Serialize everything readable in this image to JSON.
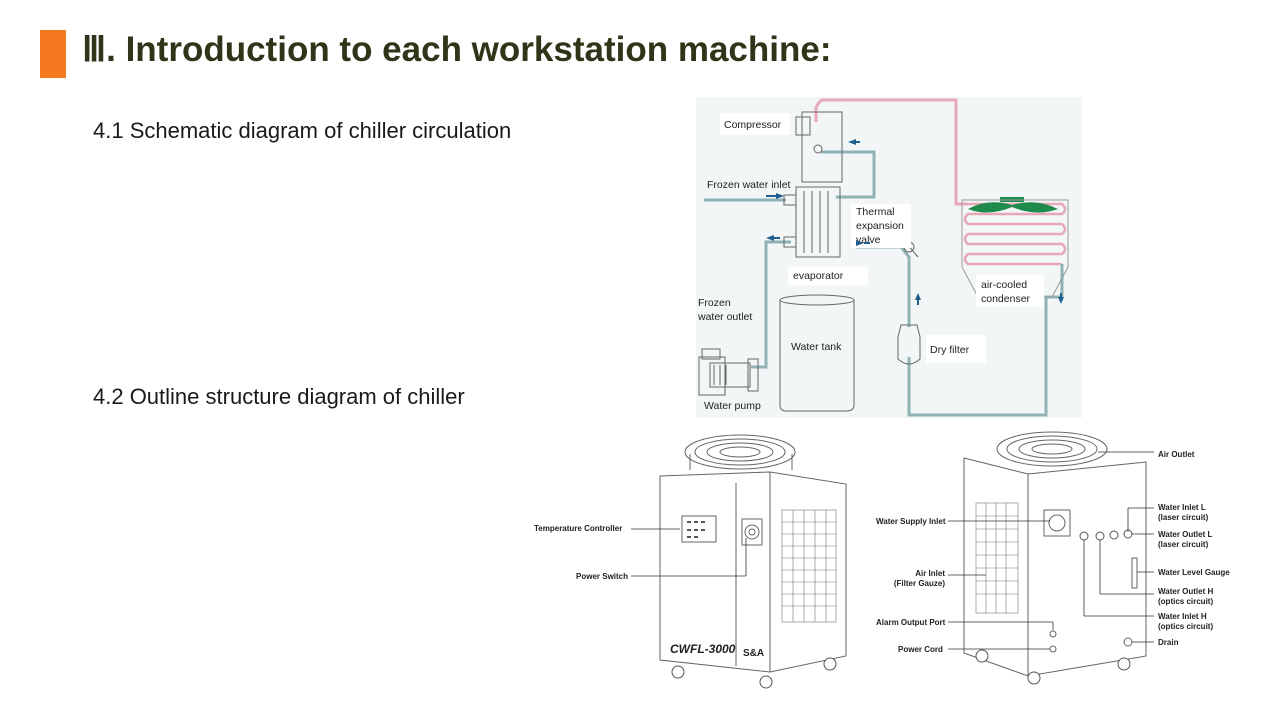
{
  "header": {
    "title": "Ⅲ. Introduction to each workstation machine:",
    "accent_color": "#F47920",
    "title_color": "#2E3518"
  },
  "sections": [
    {
      "label": "4.1 Schematic diagram of chiller circulation"
    },
    {
      "label": "4.2 Outline structure diagram of chiller"
    }
  ],
  "schematic": {
    "labels": {
      "compressor": "Compressor",
      "frozen_inlet": "Frozen water inlet",
      "tev_1": "Thermal",
      "tev_2": "expansion",
      "tev_3": "valve",
      "evaporator": "evaporator",
      "frozen_outlet_1": "Frozen",
      "frozen_outlet_2": "water outlet",
      "water_tank": "Water tank",
      "water_pump": "Water pump",
      "condenser_1": "air-cooled",
      "condenser_2": "condenser",
      "dry_filter": "Dry filter"
    },
    "colors": {
      "refrigerant_pipe": "#E6A8B8",
      "water_pipe": "#8FB3B5",
      "fan_blade": "#1E8A4C",
      "arrow": "#1F5F8F"
    }
  },
  "front_view": {
    "model_label": "CWFL-3000",
    "brand_label": "S&A",
    "callouts": {
      "temperature_controller": "Temperature Controller",
      "power_switch": "Power Switch"
    }
  },
  "rear_view": {
    "callouts": {
      "air_outlet": "Air Outlet",
      "water_supply_inlet": "Water Supply Inlet",
      "air_inlet_1": "Air Inlet",
      "air_inlet_2": "(Filter Gauze)",
      "alarm_output_port": "Alarm Output Port",
      "power_cord": "Power Cord",
      "water_inlet_l_1": "Water Inlet L",
      "water_inlet_l_2": "(laser circuit)",
      "water_outlet_l_1": "Water Outlet L",
      "water_outlet_l_2": "(laser circuit)",
      "water_level_gauge": "Water Level Gauge",
      "water_outlet_h_1": "Water Outlet H",
      "water_outlet_h_2": "(optics circuit)",
      "water_inlet_h_1": "Water Inlet H",
      "water_inlet_h_2": "(optics circuit)",
      "drain": "Drain"
    }
  }
}
